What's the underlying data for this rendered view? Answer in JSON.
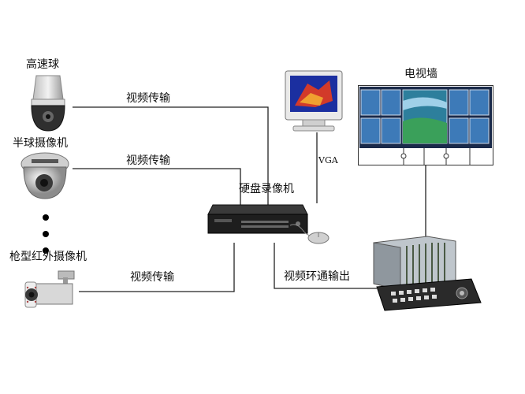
{
  "cameras": {
    "speed_dome": "高速球",
    "half_dome": "半球摄像机",
    "bullet_ir": "枪型红外摄像机"
  },
  "links": {
    "video1": "视频传输",
    "video2": "视频传输",
    "video3": "视频传输",
    "vga": "VGA",
    "loop_out": "视频环通输出"
  },
  "devices": {
    "dvr": "硬盘录像机",
    "tv_wall": "电视墙"
  }
}
